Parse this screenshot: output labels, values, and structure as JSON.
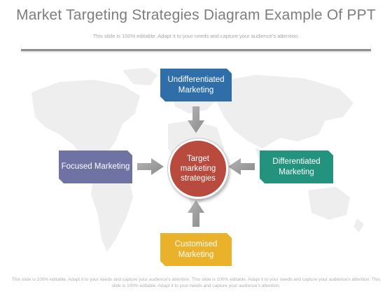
{
  "title": "Market Targeting Strategies Diagram Example Of PPT",
  "subtitle": "This slide is 100% editable. Adapt it to your needs and capture your audience's attention.",
  "diagram": {
    "center": "Target marketing strategies",
    "top": "Undifferentiated Marketing",
    "left": "Focused Marketing",
    "right": "Differentiated Marketing",
    "bottom": "Customised Marketing"
  },
  "footer": "This slide is 100% editable. Adapt it to your needs and capture your audience's attention. This slide is 100% editable. Adapt it to your needs and capture your audience's attention. This slide is 100% editable. Adapt it to your needs and capture your audience's attention.",
  "colors": {
    "top": "#2f6ea8",
    "left": "#6e73a3",
    "right": "#23937e",
    "bottom": "#eab12a",
    "center": "#b84a3e",
    "arrow": "#9a9a9a"
  }
}
